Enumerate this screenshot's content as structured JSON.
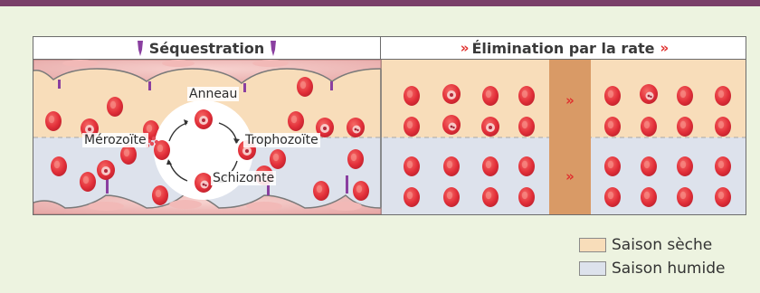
{
  "panels": {
    "left_title": "Séquestration",
    "right_title": "Élimination par la rate",
    "right_title_arrow": "»",
    "middle_arrow": "»"
  },
  "cycle_labels": {
    "ring": "Anneau",
    "merozoite": "Mérozoïte",
    "trophozoite": "Trophozoïte",
    "schizont": "Schizonte"
  },
  "legend": [
    {
      "label": "Saison sèche",
      "color": "#f8ddba"
    },
    {
      "label": "Saison humide",
      "color": "#dde2ec"
    }
  ],
  "colors": {
    "header_bar": "#7a3f69",
    "page_background": "#edf3e0",
    "dry_band": "#f8ddba",
    "wet_band": "#dde2ec",
    "spleen_column": "#d99a66",
    "red_cell": "#e8303a",
    "arrow": "#e0302e",
    "knob": "#8a3fa0"
  },
  "icons": [
    "purple-pin-icon",
    "double-chevron-icon"
  ]
}
